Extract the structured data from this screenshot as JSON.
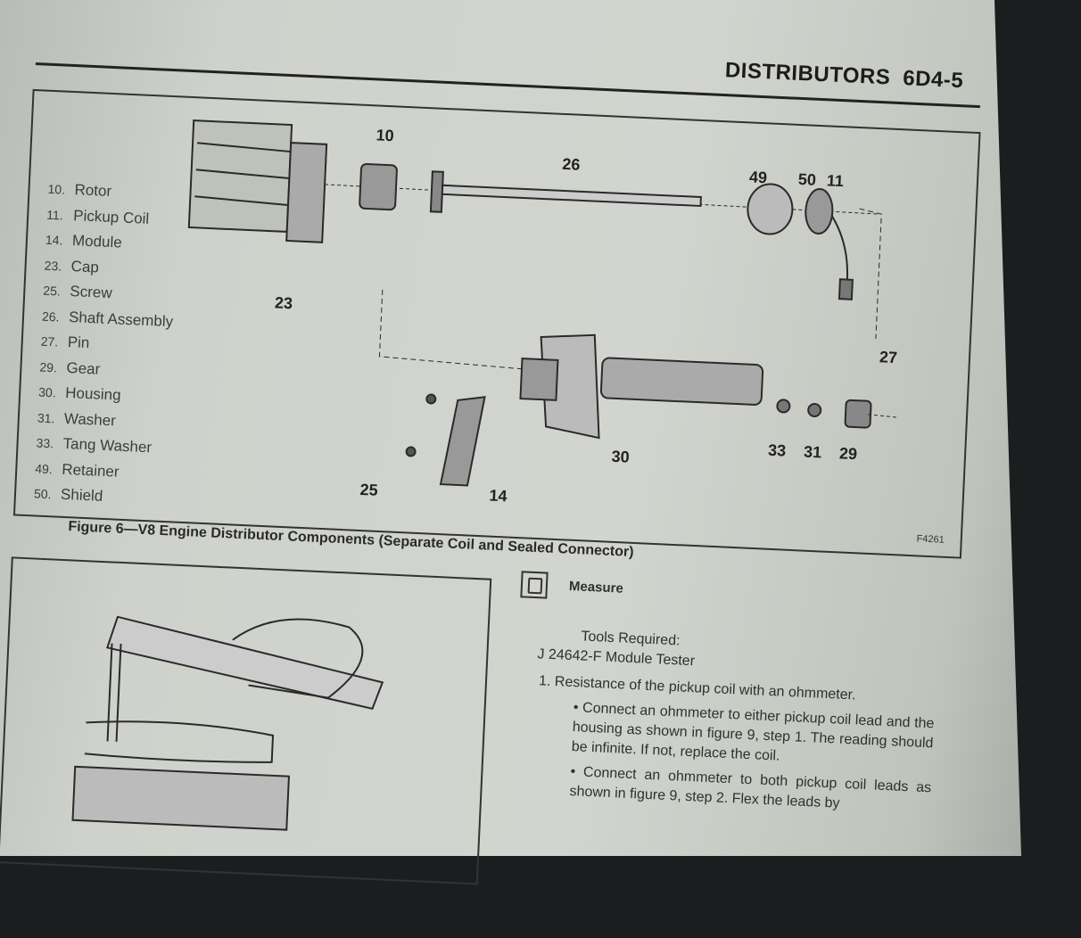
{
  "header": {
    "section": "DISTRIBUTORS",
    "page": "6D4-5"
  },
  "figure6": {
    "legend": [
      {
        "num": "10.",
        "label": "Rotor"
      },
      {
        "num": "11.",
        "label": "Pickup Coil"
      },
      {
        "num": "14.",
        "label": "Module"
      },
      {
        "num": "23.",
        "label": "Cap"
      },
      {
        "num": "25.",
        "label": "Screw"
      },
      {
        "num": "26.",
        "label": "Shaft Assembly"
      },
      {
        "num": "27.",
        "label": "Pin"
      },
      {
        "num": "29.",
        "label": "Gear"
      },
      {
        "num": "30.",
        "label": "Housing"
      },
      {
        "num": "31.",
        "label": "Washer"
      },
      {
        "num": "33.",
        "label": "Tang Washer"
      },
      {
        "num": "49.",
        "label": "Retainer"
      },
      {
        "num": "50.",
        "label": "Shield"
      }
    ],
    "callouts": {
      "c10": "10",
      "c26": "26",
      "c49": "49",
      "c50": "50",
      "c11": "11",
      "c23": "23",
      "c27": "27",
      "c30": "30",
      "c33": "33",
      "c31": "31",
      "c29": "29",
      "c25": "25",
      "c14": "14"
    },
    "code": "F4261",
    "caption": "Figure 6—V8 Engine Distributor Components (Separate Coil and Sealed Connector)"
  },
  "measure": {
    "title": "Measure",
    "tools_label": "Tools Required:",
    "tool": "J 24642-F Module Tester",
    "step1": "1. Resistance of the pickup coil with an ohmmeter.",
    "bullet1": "• Connect an ohmmeter to either pickup coil lead and the housing as shown in figure 9, step 1. The reading should be infinite. If not, replace the coil.",
    "bullet2": "• Connect an ohmmeter to both pickup coil leads as shown in figure 9, step 2. Flex the leads by"
  }
}
